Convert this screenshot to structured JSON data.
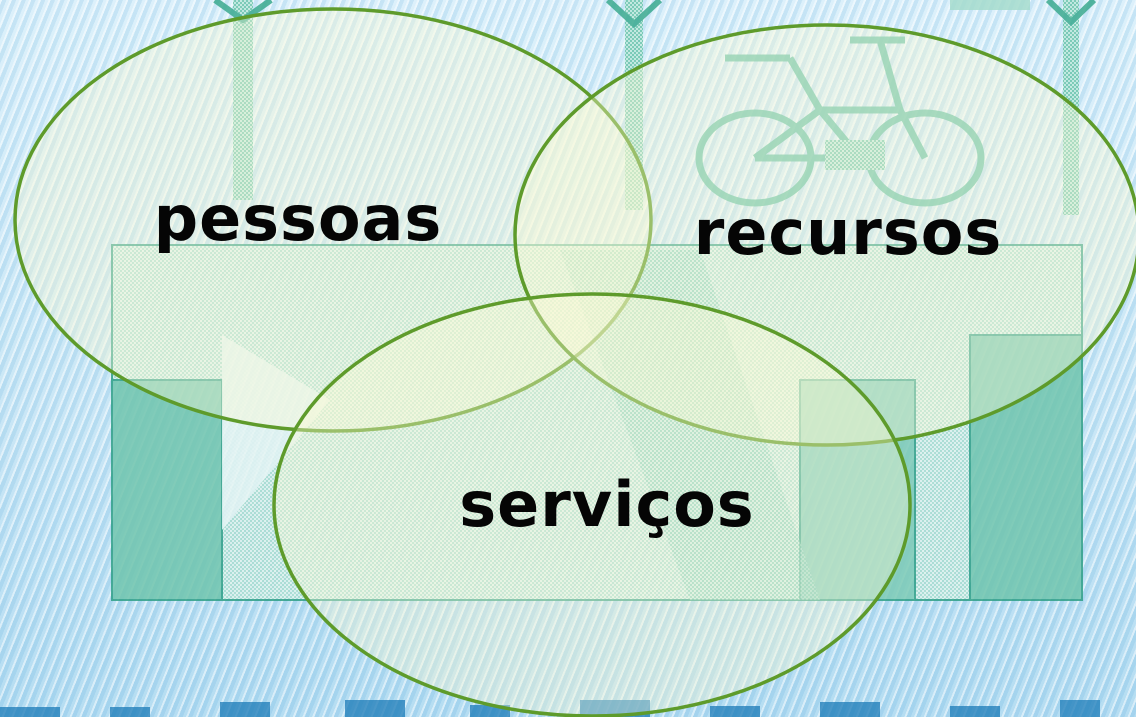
{
  "diagram": {
    "type": "venn",
    "sets": [
      {
        "id": "pessoas",
        "label": "pessoas"
      },
      {
        "id": "recursos",
        "label": "recursos"
      },
      {
        "id": "servicos",
        "label": "serviços"
      }
    ],
    "colors": {
      "outline": "#5e9b2b",
      "fill": "#fcfad2",
      "text": "#050505",
      "background": "#c9e7f6",
      "illustration": "#5fbfa5"
    }
  },
  "background": {
    "illustration": "faded pixel-art building with bicycle and trees"
  }
}
